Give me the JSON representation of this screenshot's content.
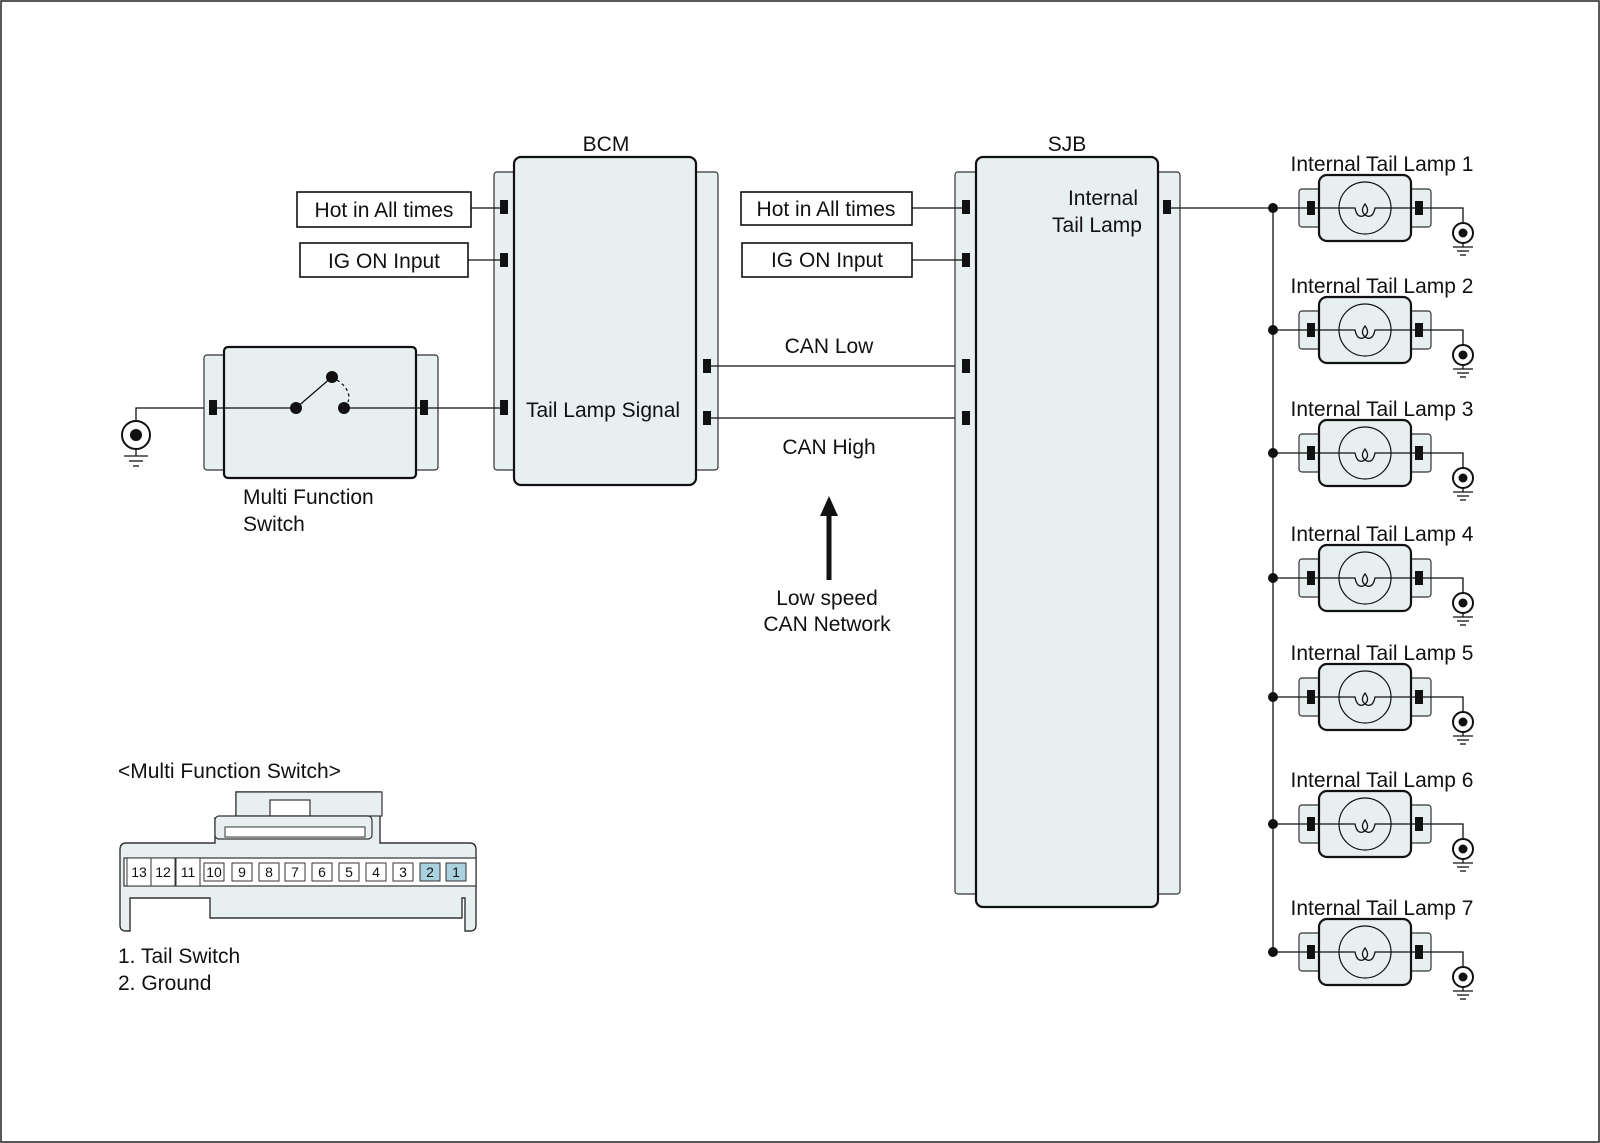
{
  "bcm": {
    "title": "BCM",
    "tail_signal": "Tail Lamp Signal"
  },
  "sjb": {
    "title": "SJB",
    "output_label_line1": "Internal",
    "output_label_line2": "Tail Lamp"
  },
  "inputs": {
    "hot_label": "Hot in All times",
    "ig_label": "IG ON Input"
  },
  "can": {
    "low": "CAN Low",
    "high": "CAN High",
    "network_line1": "Low speed",
    "network_line2": "CAN Network"
  },
  "switch": {
    "label_line1": "Multi Function",
    "label_line2": "Switch"
  },
  "lamps": [
    "Internal Tail Lamp 1",
    "Internal Tail Lamp 2",
    "Internal Tail Lamp 3",
    "Internal Tail Lamp 4",
    "Internal Tail Lamp 5",
    "Internal Tail Lamp 6",
    "Internal Tail Lamp 7"
  ],
  "connector": {
    "title": "<Multi Function Switch>",
    "pins": [
      "13",
      "12",
      "11",
      "10",
      "9",
      "8",
      "7",
      "6",
      "5",
      "4",
      "3",
      "2",
      "1"
    ],
    "highlighted_pins": [
      "2",
      "1"
    ],
    "legend": [
      "1. Tail Switch",
      "2. Ground"
    ]
  },
  "colors": {
    "fill": "#e8eff0",
    "highlight": "#a9d2de",
    "line": "#111111"
  }
}
